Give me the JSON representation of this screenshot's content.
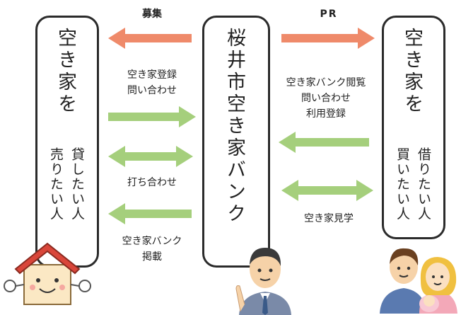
{
  "left_box": {
    "title": "空き家を",
    "line1": "貸したい人",
    "line2": "売りたい人"
  },
  "center_box": {
    "title": "桜井市空き家バンク"
  },
  "right_box": {
    "title": "空き家を",
    "line1": "借りたい人",
    "line2": "買いたい人"
  },
  "labels": {
    "boshu": "募集",
    "pr": "PR",
    "register_1": "空き家登録",
    "register_2": "問い合わせ",
    "meeting": "打ち合わせ",
    "listing_1": "空き家バンク",
    "listing_2": "掲載",
    "browse_1": "空き家バンク閲覧",
    "browse_2": "問い合わせ",
    "browse_3": "利用登録",
    "visit": "空き家見学"
  },
  "colors": {
    "orange_arrow": "#ef8a6a",
    "green_arrow": "#a5cf7c",
    "box_border": "#2b2b2b"
  }
}
